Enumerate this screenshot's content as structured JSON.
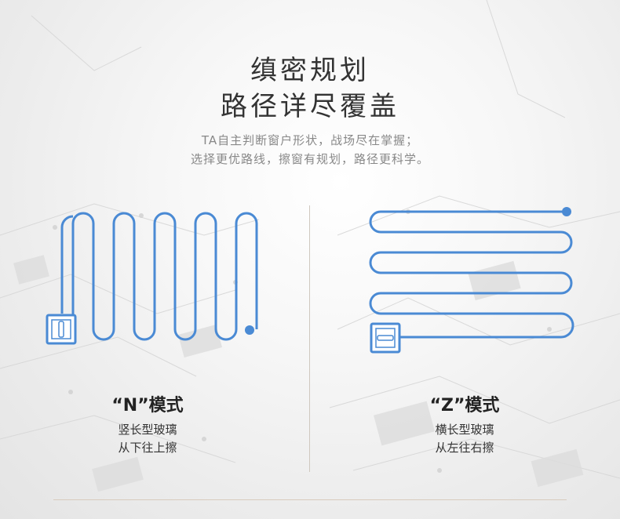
{
  "header": {
    "title_line1": "缜密规划",
    "title_line2": "路径详尽覆盖",
    "subtitle_line1": "TA自主判断窗户形状，战场尽在掌握；",
    "subtitle_line2": "选择更优路线，擦窗有规划，路径更科学。"
  },
  "modes": [
    {
      "title": "“N”模式",
      "desc_line1": "竖长型玻璃",
      "desc_line2": "从下往上擦",
      "icon": "window-robot-icon"
    },
    {
      "title": "“Z”模式",
      "desc_line1": "横长型玻璃",
      "desc_line2": "从左往右擦",
      "icon": "window-robot-icon"
    }
  ],
  "colors": {
    "path": "#4a8ad4",
    "text": "#333333",
    "subtext": "#888888",
    "divider": "#cfc8bf"
  }
}
